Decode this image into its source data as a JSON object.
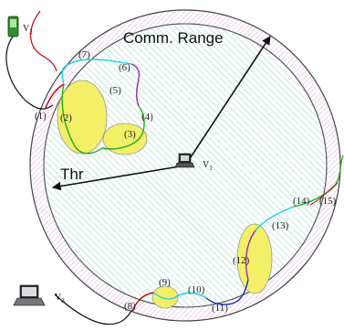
{
  "labels": {
    "comm_range": "Comm. Range",
    "threshold": "Thr",
    "v1_main": "V",
    "v1_sub": "1",
    "v2_main": "V",
    "v2_sub": "2",
    "v3_main": "V",
    "v3_sub": "3"
  },
  "segments": [
    {
      "id": "(1)"
    },
    {
      "id": "(2)"
    },
    {
      "id": "(3)"
    },
    {
      "id": "(4)"
    },
    {
      "id": "(5)"
    },
    {
      "id": "(6)"
    },
    {
      "id": "(7)"
    },
    {
      "id": "(8)"
    },
    {
      "id": "(9)"
    },
    {
      "id": "(10)"
    },
    {
      "id": "(11)"
    },
    {
      "id": "(12)"
    },
    {
      "id": "(13)"
    },
    {
      "id": "(14)"
    },
    {
      "id": "(15)"
    }
  ],
  "colors": {
    "inner_hatch": "#8fd4c4",
    "outer_hatch": "#e1a8d8",
    "ellipse_fill": "#f3ef66",
    "path_red": "#c80000",
    "path_green": "#18b018",
    "path_cyan": "#12d0e8",
    "path_purple": "#9028b4",
    "path_blue": "#1428c8",
    "path_black": "#111111"
  }
}
